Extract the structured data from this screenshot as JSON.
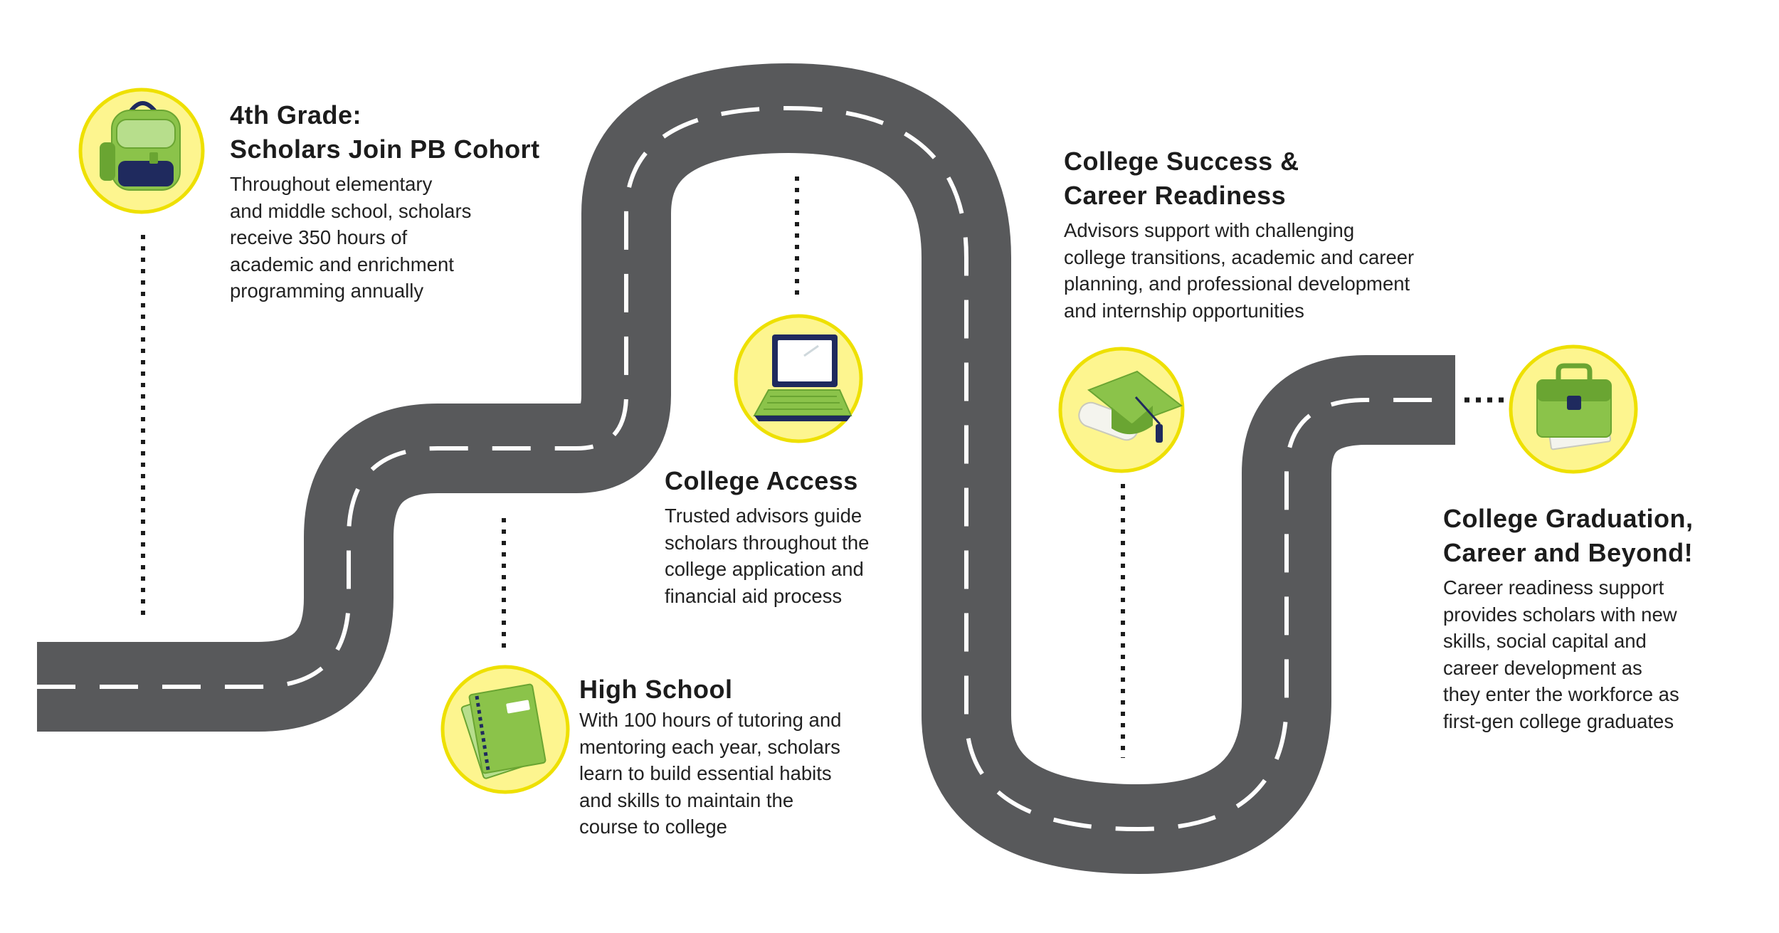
{
  "colors": {
    "road": "#58595b",
    "road_markings": "#ffffff",
    "icon_circle": "#fdf58f",
    "icon_ring": "#eee000",
    "icon_green": "#8bc34a",
    "icon_green_dark": "#6aa532",
    "icon_navy": "#1f2a5e",
    "connector": "#1c1c1c"
  },
  "stages": [
    {
      "icon": "backpack-icon",
      "title_lines": [
        "4th Grade:",
        "Scholars Join PB Cohort"
      ],
      "body_lines": [
        "Throughout elementary",
        "and middle school, scholars",
        "receive 350 hours of",
        "academic and enrichment",
        "programming annually"
      ]
    },
    {
      "icon": "notebooks-icon",
      "title_lines": [
        "High School"
      ],
      "body_lines": [
        "With 100 hours of tutoring and",
        "mentoring each year, scholars",
        "learn to build essential habits",
        "and skills to maintain the",
        "course to college"
      ]
    },
    {
      "icon": "laptop-icon",
      "title_lines": [
        "College Access"
      ],
      "body_lines": [
        "Trusted advisors guide",
        "scholars throughout the",
        "college application and",
        "financial aid process"
      ]
    },
    {
      "icon": "graduation-cap-icon",
      "title_lines": [
        "College Success &",
        "Career Readiness"
      ],
      "body_lines": [
        "Advisors support with challenging",
        "college transitions, academic and career",
        "planning, and professional development",
        "and internship opportunities"
      ]
    },
    {
      "icon": "briefcase-icon",
      "title_lines": [
        "College Graduation,",
        "Career and Beyond!"
      ],
      "body_lines": [
        "Career readiness support",
        "provides scholars with new",
        "skills, social capital and",
        "career development as",
        "they enter the workforce as",
        "first-gen college graduates"
      ]
    }
  ]
}
